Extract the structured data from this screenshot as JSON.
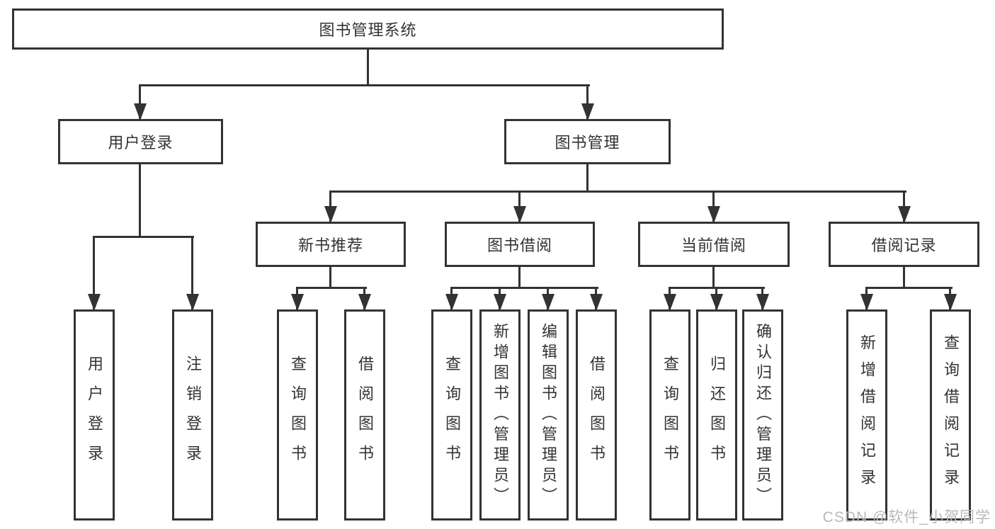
{
  "diagram": {
    "root_label": "图书管理系统",
    "nodes": {
      "user_login": "用户登录",
      "book_management": "图书管理",
      "new_book_recommend": "新书推荐",
      "book_borrow": "图书借阅",
      "current_borrow": "当前借阅",
      "borrow_records": "借阅记录"
    },
    "leaves": {
      "user_login": [
        "用户登录",
        "注销登录"
      ],
      "new_book_recommend": [
        "查询图书",
        "借阅图书"
      ],
      "book_borrow": [
        "查询图书",
        "新增图书（管理员）",
        "编辑图书（管理员）",
        "借阅图书"
      ],
      "current_borrow": [
        "查询图书",
        "归还图书",
        "确认归还（管理员）"
      ],
      "borrow_records": [
        "新增借阅记录",
        "查询借阅记录"
      ]
    },
    "colors": {
      "line": "#333333",
      "text": "#333333",
      "background": "#ffffff",
      "watermark": "#b9b9b9"
    },
    "watermark": "CSDN @软件_小贺同学"
  }
}
